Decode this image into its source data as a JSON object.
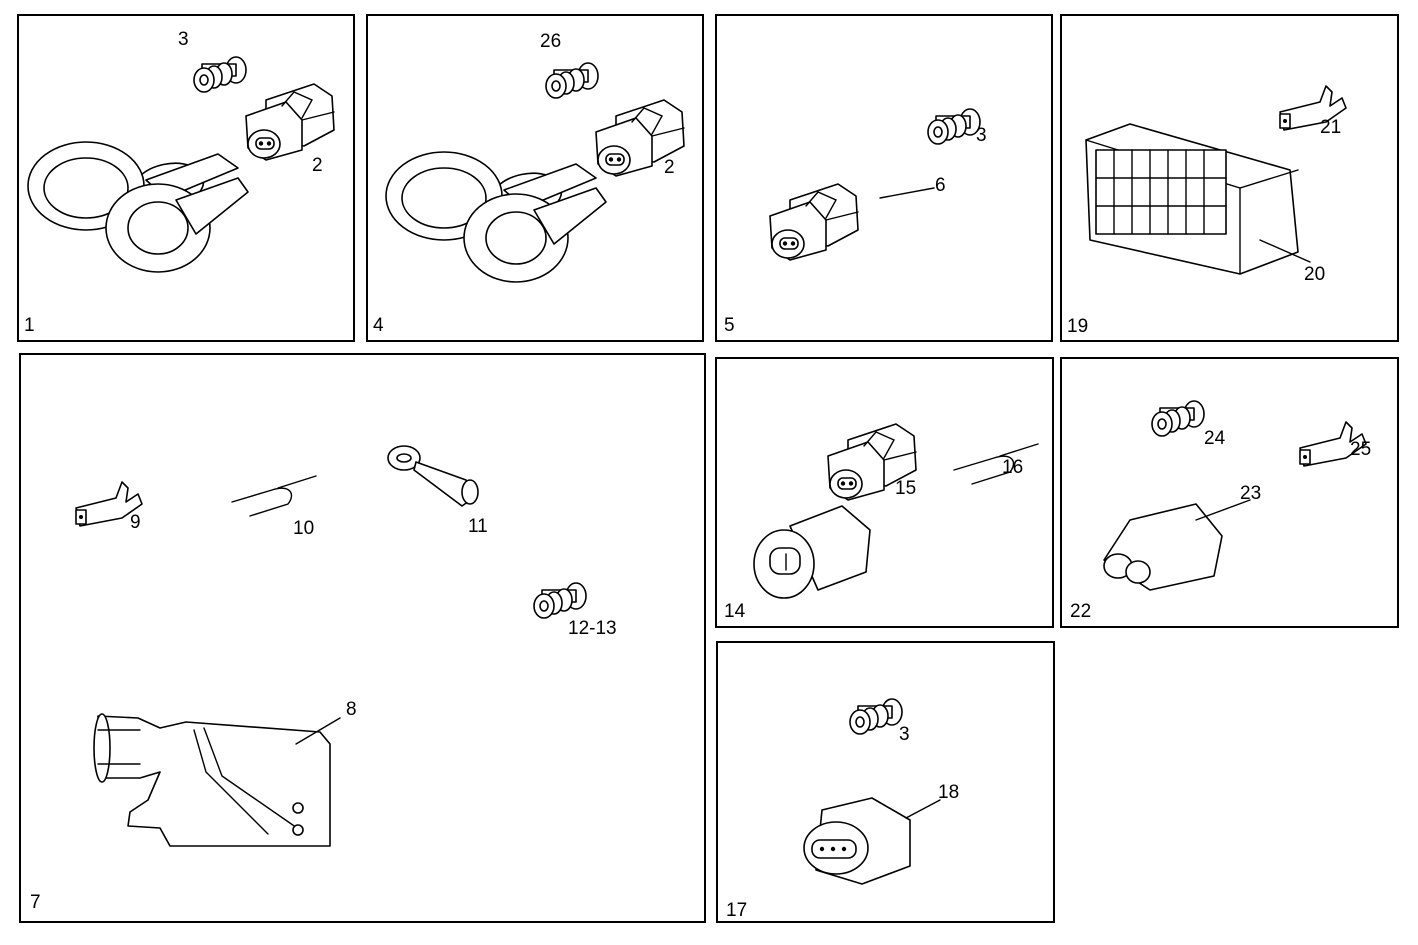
{
  "panels": [
    {
      "number": "1",
      "callouts": [
        "3",
        "2"
      ]
    },
    {
      "number": "4",
      "callouts": [
        "26",
        "2"
      ]
    },
    {
      "number": "5",
      "callouts": [
        "3",
        "6"
      ]
    },
    {
      "number": "19",
      "callouts": [
        "21",
        "20"
      ]
    },
    {
      "number": "7",
      "callouts": [
        "9",
        "10",
        "11",
        "12-13",
        "8"
      ]
    },
    {
      "number": "14",
      "callouts": [
        "15",
        "16"
      ]
    },
    {
      "number": "22",
      "callouts": [
        "24",
        "25",
        "23"
      ]
    },
    {
      "number": "17",
      "callouts": [
        "3",
        "18"
      ]
    }
  ]
}
